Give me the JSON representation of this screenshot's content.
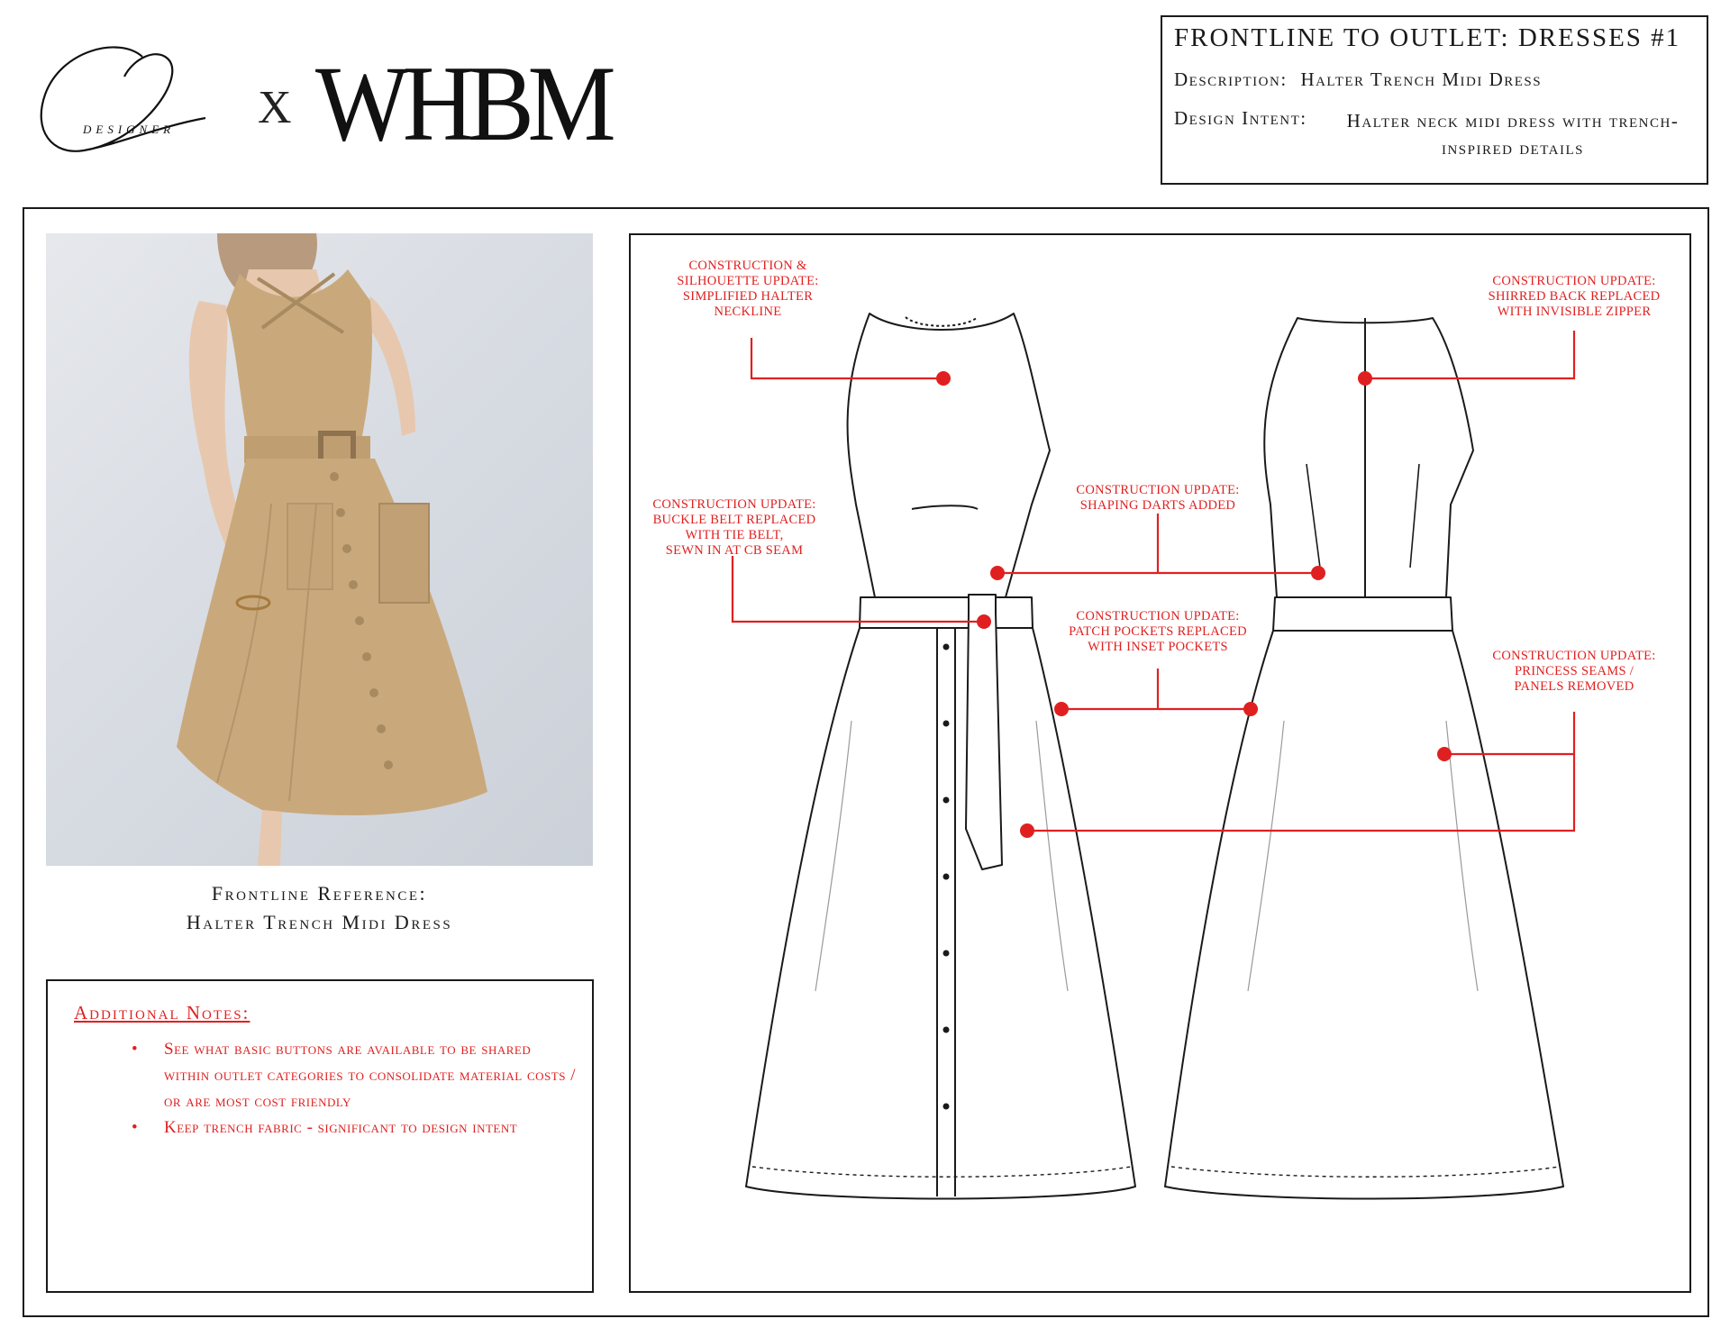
{
  "header": {
    "logo_designer": "DESIGNER",
    "logo_x": "X",
    "logo_brand": "WHBM",
    "title": "FRONTLINE TO OUTLET: DRESSES #1",
    "description_label": "Description:",
    "description_value": "Halter Trench Midi Dress",
    "design_intent_label": "Design Intent:",
    "design_intent_value": "Halter neck midi dress with trench-inspired details"
  },
  "reference": {
    "caption_line1": "Frontline Reference:",
    "caption_line2": "Halter Trench Midi Dress"
  },
  "notes": {
    "title": "Additional Notes:",
    "items": [
      "See what basic buttons are available to be shared within outlet categories to consolidate material costs / or are most cost friendly",
      "Keep trench fabric - significant to design intent"
    ]
  },
  "annotations": {
    "neckline": "CONSTRUCTION &\nSILHOUETTE UPDATE:\nSIMPLIFIED HALTER\nNECKLINE",
    "zipper": "CONSTRUCTION UPDATE:\nSHIRRED BACK REPLACED\nWITH INVISIBLE ZIPPER",
    "belt": "CONSTRUCTION UPDATE:\nBUCKLE BELT REPLACED\nWITH TIE BELT,\nSEWN IN AT CB SEAM",
    "darts": "CONSTRUCTION UPDATE:\nSHAPING DARTS ADDED",
    "pockets": "CONSTRUCTION UPDATE:\nPATCH POCKETS REPLACED\nWITH INSET POCKETS",
    "seams": "CONSTRUCTION UPDATE:\nPRINCESS SEAMS /\nPANELS REMOVED"
  },
  "colors": {
    "annotation": "#e02020",
    "frame": "#1a1a1a",
    "dress_fabric": "#c9a97c"
  }
}
